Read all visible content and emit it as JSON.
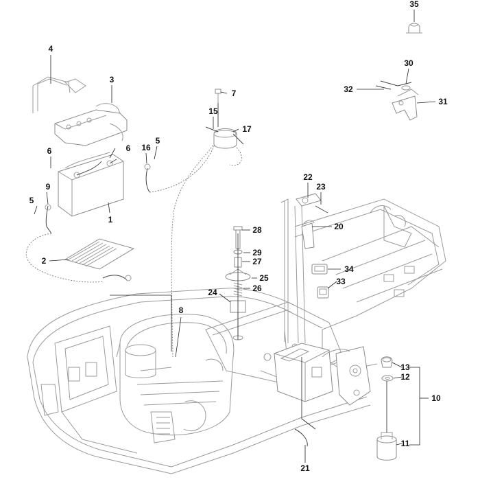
{
  "callouts": [
    {
      "id": "c35",
      "label": "35"
    },
    {
      "id": "c30",
      "label": "30"
    },
    {
      "id": "c32",
      "label": "32"
    },
    {
      "id": "c31",
      "label": "31"
    },
    {
      "id": "c4",
      "label": "4"
    },
    {
      "id": "c3",
      "label": "3"
    },
    {
      "id": "c7",
      "label": "7"
    },
    {
      "id": "c15",
      "label": "15"
    },
    {
      "id": "c17",
      "label": "17"
    },
    {
      "id": "c6a",
      "label": "6"
    },
    {
      "id": "c6b",
      "label": "6"
    },
    {
      "id": "c16",
      "label": "16"
    },
    {
      "id": "c5a",
      "label": "5"
    },
    {
      "id": "c9",
      "label": "9"
    },
    {
      "id": "c5b",
      "label": "5"
    },
    {
      "id": "c1",
      "label": "1"
    },
    {
      "id": "c2",
      "label": "2"
    },
    {
      "id": "c22",
      "label": "22"
    },
    {
      "id": "c23",
      "label": "23"
    },
    {
      "id": "c20",
      "label": "20"
    },
    {
      "id": "c28",
      "label": "28"
    },
    {
      "id": "c29",
      "label": "29"
    },
    {
      "id": "c27",
      "label": "27"
    },
    {
      "id": "c25",
      "label": "25"
    },
    {
      "id": "c26",
      "label": "26"
    },
    {
      "id": "c34",
      "label": "34"
    },
    {
      "id": "c33",
      "label": "33"
    },
    {
      "id": "c24",
      "label": "24"
    },
    {
      "id": "c8",
      "label": "8"
    },
    {
      "id": "c13",
      "label": "13"
    },
    {
      "id": "c12",
      "label": "12"
    },
    {
      "id": "c10",
      "label": "10"
    },
    {
      "id": "c11",
      "label": "11"
    },
    {
      "id": "c21",
      "label": "21"
    }
  ]
}
